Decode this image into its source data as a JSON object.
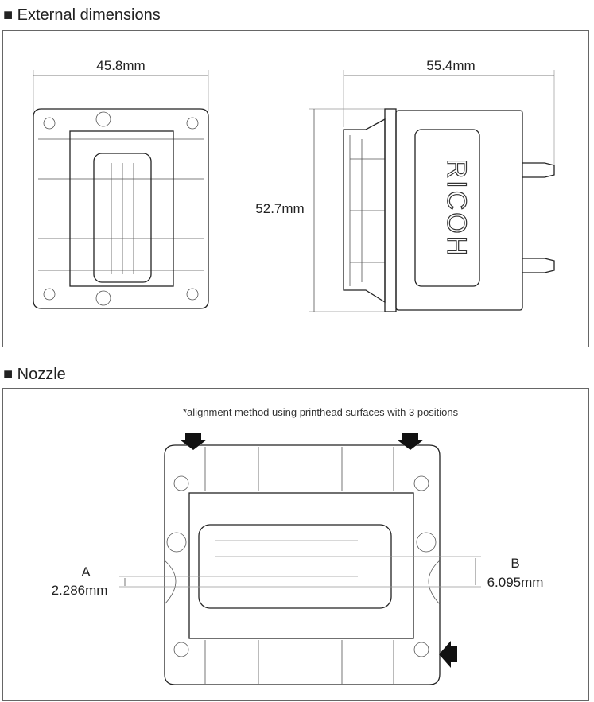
{
  "sections": {
    "external": {
      "title": "■ External dimensions",
      "width": "45.8mm",
      "depth": "55.4mm",
      "height": "52.7mm",
      "logo": "RICOH"
    },
    "nozzle": {
      "title": "■ Nozzle",
      "caption": "*alignment method using printhead surfaces with 3 positions",
      "a_label": "A",
      "a_value": "2.286mm",
      "b_label": "B",
      "b_value": "6.095mm"
    }
  }
}
